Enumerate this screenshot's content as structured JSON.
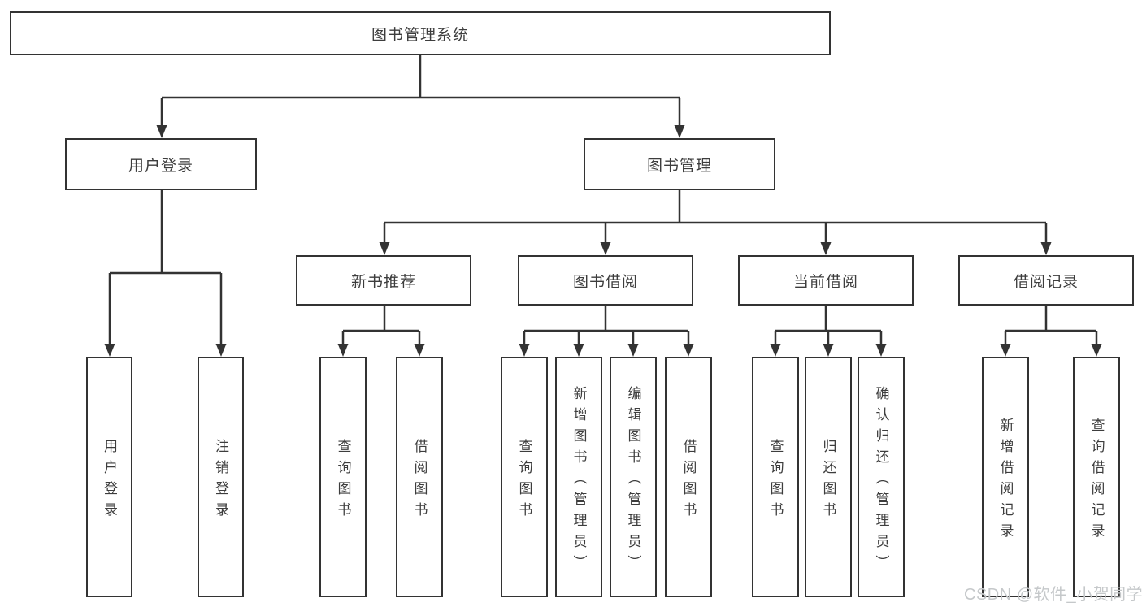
{
  "diagram": {
    "root": {
      "label": "图书管理系统"
    },
    "level2": {
      "user_login": {
        "label": "用户登录"
      },
      "book_management": {
        "label": "图书管理"
      }
    },
    "level3": {
      "new_book_recommend": {
        "label": "新书推荐"
      },
      "book_borrow": {
        "label": "图书借阅"
      },
      "current_borrow": {
        "label": "当前借阅"
      },
      "borrow_records": {
        "label": "借阅记录"
      }
    },
    "leaves": {
      "user_login_leaf": {
        "label": "用户登录"
      },
      "logout": {
        "label": "注销登录"
      },
      "recommend_query_books": {
        "label": "查询图书"
      },
      "recommend_borrow_books": {
        "label": "借阅图书"
      },
      "borrow_query_books": {
        "label": "查询图书"
      },
      "borrow_add_books": {
        "label": "新增图书（管理员）"
      },
      "borrow_edit_books": {
        "label": "编辑图书（管理员）"
      },
      "borrow_borrow_books": {
        "label": "借阅图书"
      },
      "current_query_books": {
        "label": "查询图书"
      },
      "current_return_books": {
        "label": "归还图书"
      },
      "current_confirm_return": {
        "label": "确认归还（管理员）"
      },
      "records_add_record": {
        "label": "新增借阅记录"
      },
      "records_query_record": {
        "label": "查询借阅记录"
      }
    },
    "watermark": {
      "text": "CSDN @软件_小贺同学"
    },
    "colors": {
      "line": "#333333",
      "text": "#3d3d3d",
      "watermark": "#c5c8ca",
      "background": "#ffffff"
    }
  }
}
